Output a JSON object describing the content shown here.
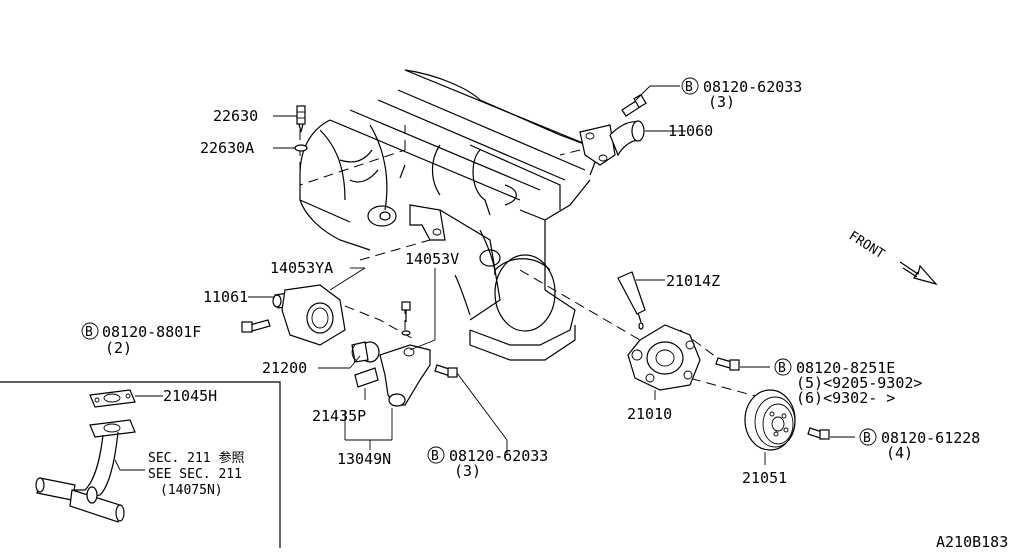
{
  "labels": {
    "p22630": "22630",
    "p22630a": "22630A",
    "b_top_num": "08120-62033",
    "b_top_qty": "(3)",
    "p11060": "11060",
    "front": "FRONT",
    "p14053ya": "14053YA",
    "p14053v": "14053V",
    "p21014z": "21014Z",
    "p11061": "11061",
    "b_left_num": "08120-8801F",
    "b_left_qty": "(2)",
    "p21200": "21200",
    "b_right1_num": "08120-8251E",
    "b_right1_line2": "(5)<9205-9302>",
    "b_right1_line3": "(6)<9302-     >",
    "p21045h": "21045H",
    "p21435p": "21435P",
    "p21010": "21010",
    "b_right2_num": "08120-61228",
    "b_right2_qty": "(4)",
    "sec_jp": "SEC. 211 参照",
    "sec_en": "SEE SEC. 211",
    "sec_part": "(14075N)",
    "p13049n": "13049N",
    "b_bottom_num": "08120-62033",
    "b_bottom_qty": "(3)",
    "p21051": "21051",
    "diagram_code": "A210B183",
    "bolt_symbol": "B"
  }
}
